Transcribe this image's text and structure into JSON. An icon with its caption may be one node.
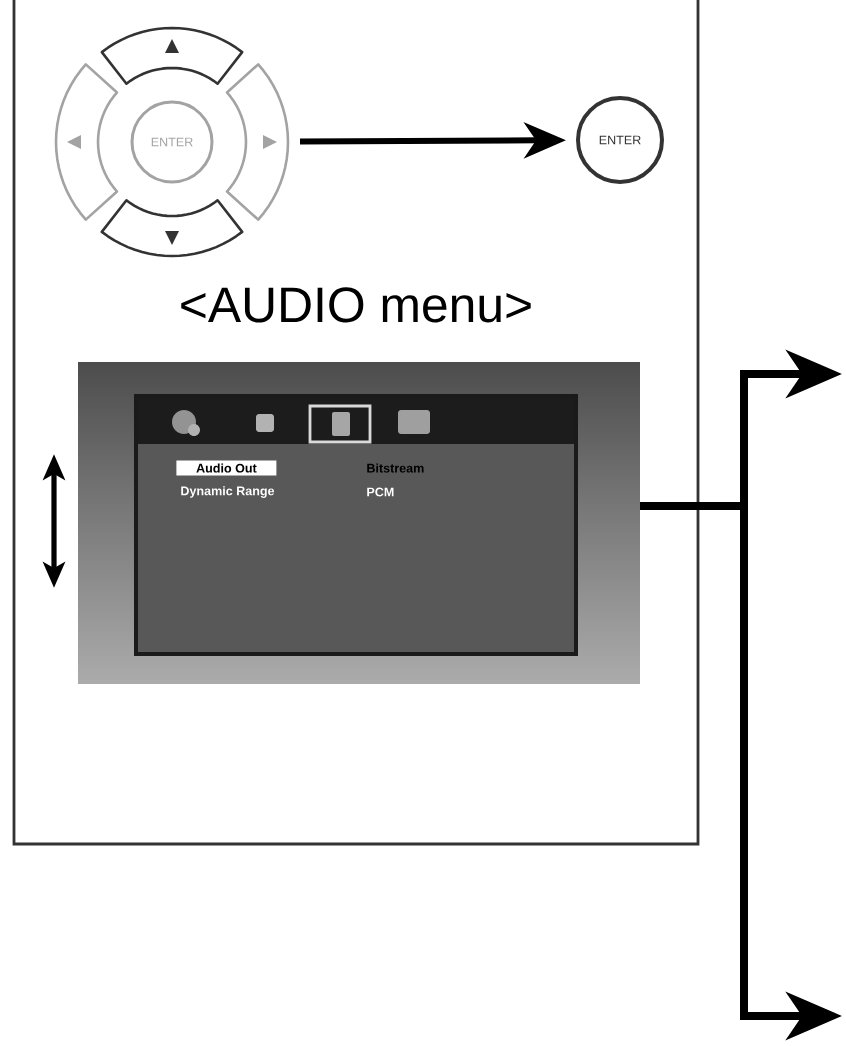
{
  "diagram": {
    "nodes": [
      {
        "text": [],
        "shape": "box"
      },
      {
        "text": [
          "ENTER"
        ],
        "in": 0
      },
      {
        "text": [
          "ENTER"
        ],
        "in": 0
      },
      {
        "text": [
          "<AUDIO menu>",
          "Audio Out",
          "Dynamic Range",
          "Bitstream",
          "PCM"
        ],
        "in": 0
      }
    ],
    "edges": [
      {
        "from": 1,
        "to": 2,
        "arrow": "to"
      },
      {
        "from": 3,
        "to": null,
        "arrow": "to"
      },
      {
        "from": 3,
        "to": null,
        "arrow": "to"
      }
    ]
  }
}
